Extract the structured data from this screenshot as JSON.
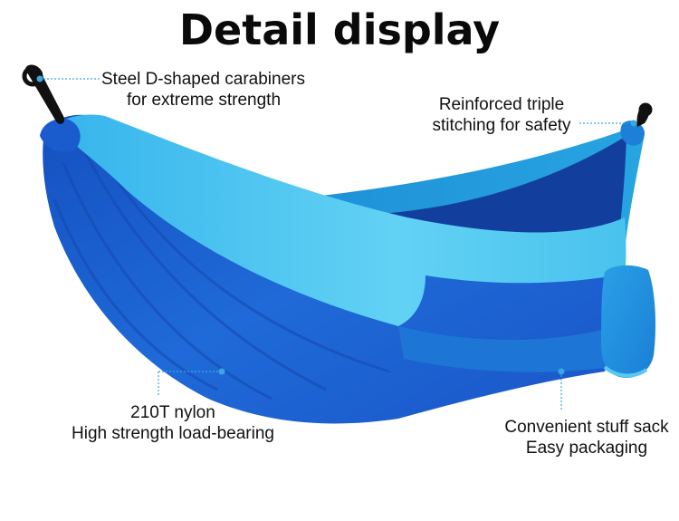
{
  "title": "Detail display",
  "callouts": {
    "carabiner": {
      "line1": "Steel D-shaped carabiners",
      "line2": "for extreme strength"
    },
    "stitching": {
      "line1": "Reinforced triple",
      "line2": "stitching for safety"
    },
    "nylon": {
      "line1": "210T nylon",
      "line2": "High strength load-bearing"
    },
    "stuff_sack": {
      "line1": "Convenient stuff sack",
      "line2": "Easy packaging"
    }
  },
  "colors": {
    "dark_blue": "#1a4fc4",
    "royal_blue": "#1f64d9",
    "sky_blue": "#3fb6ea",
    "light_blue": "#5fd0f2",
    "leader_line": "#3aa7e0"
  }
}
